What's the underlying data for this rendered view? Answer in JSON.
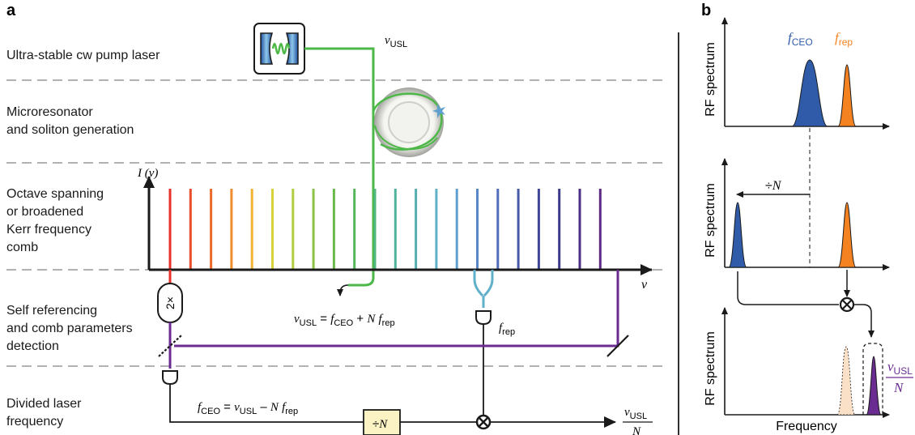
{
  "panel_a": {
    "letter": "a",
    "rows": [
      {
        "lines": [
          "Ultra-stable cw pump laser"
        ]
      },
      {
        "lines": [
          "Microresonator",
          "and soliton generation"
        ]
      },
      {
        "lines": [
          "Octave spanning",
          "or broadened",
          "Kerr frequency",
          "comb"
        ]
      },
      {
        "lines": [
          "Self referencing",
          "and comb parameters",
          "detection"
        ]
      },
      {
        "lines": [
          "Divided laser",
          "frequency"
        ]
      }
    ],
    "nu_usl_label": {
      "base": "ν",
      "sub": "USL"
    },
    "intensity_axis": {
      "pre": "I (",
      "nu": "ν",
      "post": ")"
    },
    "freq_axis": "ν",
    "doubler": "2×",
    "equation1": {
      "nu": "ν",
      "nusub": "USL",
      "eq": " = ",
      "f": "f",
      "fsub": "CEO",
      "plus": " + ",
      "N": "N",
      "sp": " ",
      "f2": "f",
      "f2sub": "rep"
    },
    "frep_label": {
      "f": "f",
      "sub": "rep"
    },
    "equation2": {
      "f": "f",
      "fsub": "CEO",
      "eq": " = ",
      "nu": "ν",
      "nusub": "USL",
      "minus": " – ",
      "N": "N",
      "sp": " ",
      "f2": "f",
      "f2sub": "rep"
    },
    "divider": {
      "sym": "÷",
      "N": "N"
    },
    "output": {
      "nu": "ν",
      "sub": "USL",
      "den": "N"
    },
    "comb_colors": [
      "#e8312a",
      "#ea4c2a",
      "#ed6a2b",
      "#f08d2e",
      "#f2b332",
      "#d8d23a",
      "#b2cd42",
      "#8cc346",
      "#6bb94a",
      "#55b55a",
      "#4fb780",
      "#4fb39c",
      "#55afb0",
      "#5fb0c8",
      "#5f9fd0",
      "#5a86c6",
      "#4f6db8",
      "#465aa8",
      "#3e4698",
      "#3d3a8c",
      "#4b2f86",
      "#5b2a86"
    ],
    "colors": {
      "green": "#4db848",
      "purple": "#6b2c91",
      "blue": "#2f5ba8",
      "orange": "#f58220",
      "cream": "#fbf3c4"
    }
  },
  "panel_b": {
    "letter": "b",
    "ylabel": "RF spectrum",
    "xlabel": "Frequency",
    "fceo": {
      "f": "f",
      "sub": "CEO"
    },
    "frep": {
      "f": "f",
      "sub": "rep"
    },
    "divN": {
      "sym": "÷",
      "N": "N"
    },
    "output": {
      "nu": "ν",
      "sub": "USL",
      "den": "N"
    }
  }
}
